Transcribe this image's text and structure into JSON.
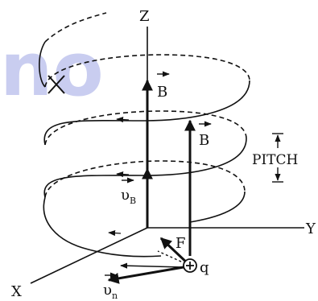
{
  "labels": {
    "axis_z": "Z",
    "axis_y": "Y",
    "axis_x": "X",
    "field_b_upper": "B",
    "field_b_middle": "B",
    "velocity_parallel_main": "υ",
    "velocity_parallel_sub": "B",
    "velocity_normal_main": "υ",
    "velocity_normal_sub": "n",
    "force": "F",
    "charge": "q",
    "pitch": "PITCH",
    "watermark": "no"
  },
  "colors": {
    "ink": "#111111",
    "watermark": "#c9cdf0"
  }
}
